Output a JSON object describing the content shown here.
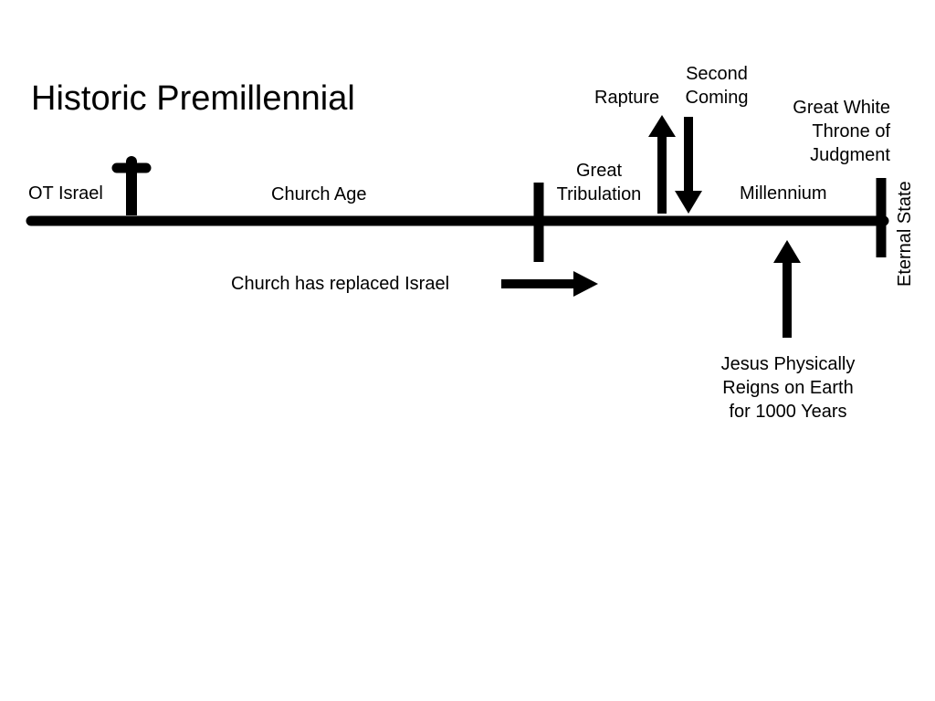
{
  "title": "Historic Premillennial",
  "labels": {
    "ot_israel": "OT Israel",
    "church_age": "Church Age",
    "great_tribulation_1": "Great",
    "great_tribulation_2": "Tribulation",
    "rapture": "Rapture",
    "second_coming_1": "Second",
    "second_coming_2": "Coming",
    "millennium": "Millennium",
    "great_white_1": "Great White",
    "great_white_2": "Throne of",
    "great_white_3": "Judgment",
    "eternal_state": "Eternal State",
    "church_replaced": "Church has replaced Israel",
    "jesus_reigns_1": "Jesus Physically",
    "jesus_reigns_2": "Reigns on Earth",
    "jesus_reigns_3": "for 1000 Years"
  },
  "colors": {
    "ink": "#000000",
    "background": "#ffffff"
  }
}
